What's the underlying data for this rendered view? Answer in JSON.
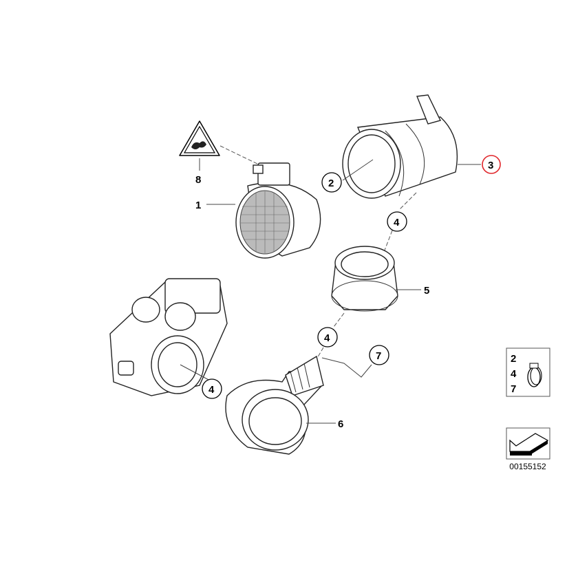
{
  "callouts": {
    "c1": "1",
    "c2": "2",
    "c3": "3",
    "c4a": "4",
    "c4b": "4",
    "c4c": "4",
    "c5": "5",
    "c6": "6",
    "c7": "7",
    "c8": "8"
  },
  "highlighted_callout": "3",
  "highlight_color": "#e0262b",
  "clamp_legend": {
    "numbers": [
      "2",
      "4",
      "7"
    ],
    "icon": "hose-clamp-icon"
  },
  "reference_icon": "arrow-reference-icon",
  "diagram_number": "00155152",
  "warning_icon": "esd-warning-triangle-icon"
}
